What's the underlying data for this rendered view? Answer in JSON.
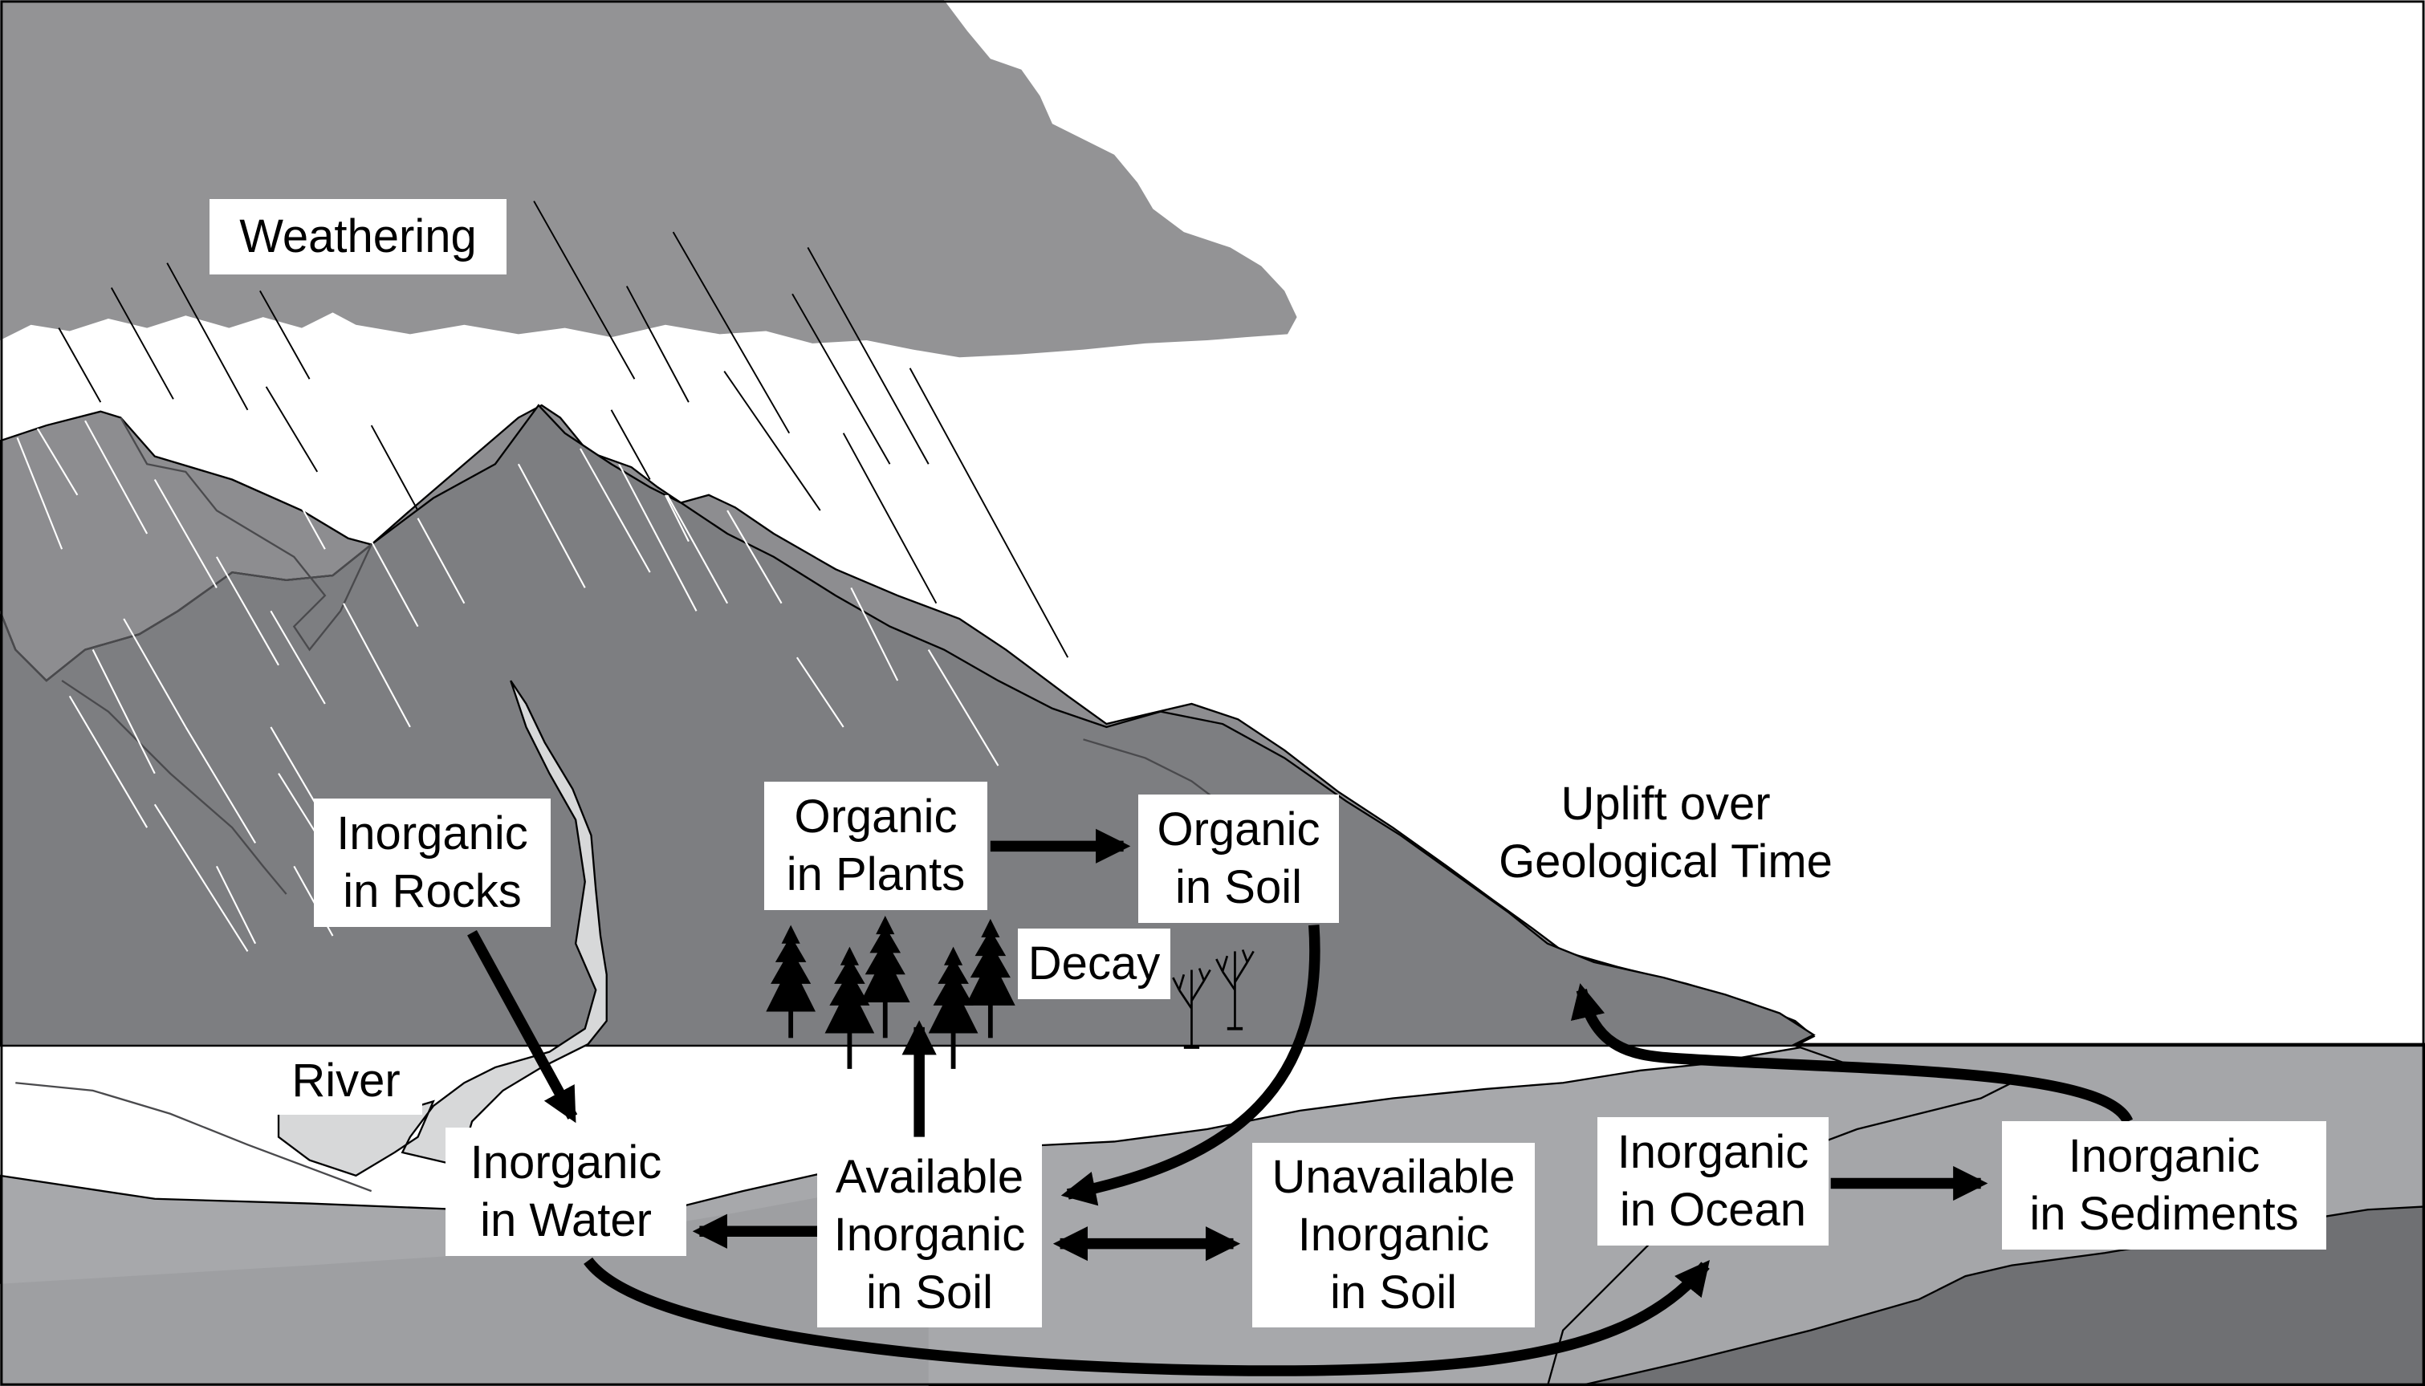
{
  "title": "",
  "colors": {
    "sky": "#ffffff",
    "cloud": "#939395",
    "mountain_back": "#8d8d90",
    "mountain_front": "#7d7e81",
    "land": "#7f8083",
    "ground_light": "#a7a8ab",
    "ocean": "#a5a6a9",
    "seafloor": "#6f7073",
    "river": "#d7d8d9",
    "arrow": "#000000",
    "label_bg": "#ffffff",
    "rain_on_sky": "#000000",
    "rain_on_land": "#ffffff"
  },
  "icons": [
    "tree-icon",
    "bare-tree-icon",
    "rain-streak"
  ],
  "labels": {
    "weathering": "Weathering",
    "inorganic_rocks": [
      "Inorganic",
      "in Rocks"
    ],
    "river": "River",
    "inorganic_water": [
      "Inorganic",
      "in Water"
    ],
    "organic_plants": [
      "Organic",
      "in Plants"
    ],
    "organic_soil": [
      "Organic",
      "in Soil"
    ],
    "decay": "Decay",
    "available_soil": [
      "Available",
      "Inorganic",
      "in Soil"
    ],
    "unavailable_soil": [
      "Unavailable",
      "Inorganic",
      "in Soil"
    ],
    "uplift": [
      "Uplift over",
      "Geological Time"
    ],
    "inorganic_ocean": [
      "Inorganic",
      "in Ocean"
    ],
    "inorganic_sediments": [
      "Inorganic",
      "in Sediments"
    ]
  }
}
